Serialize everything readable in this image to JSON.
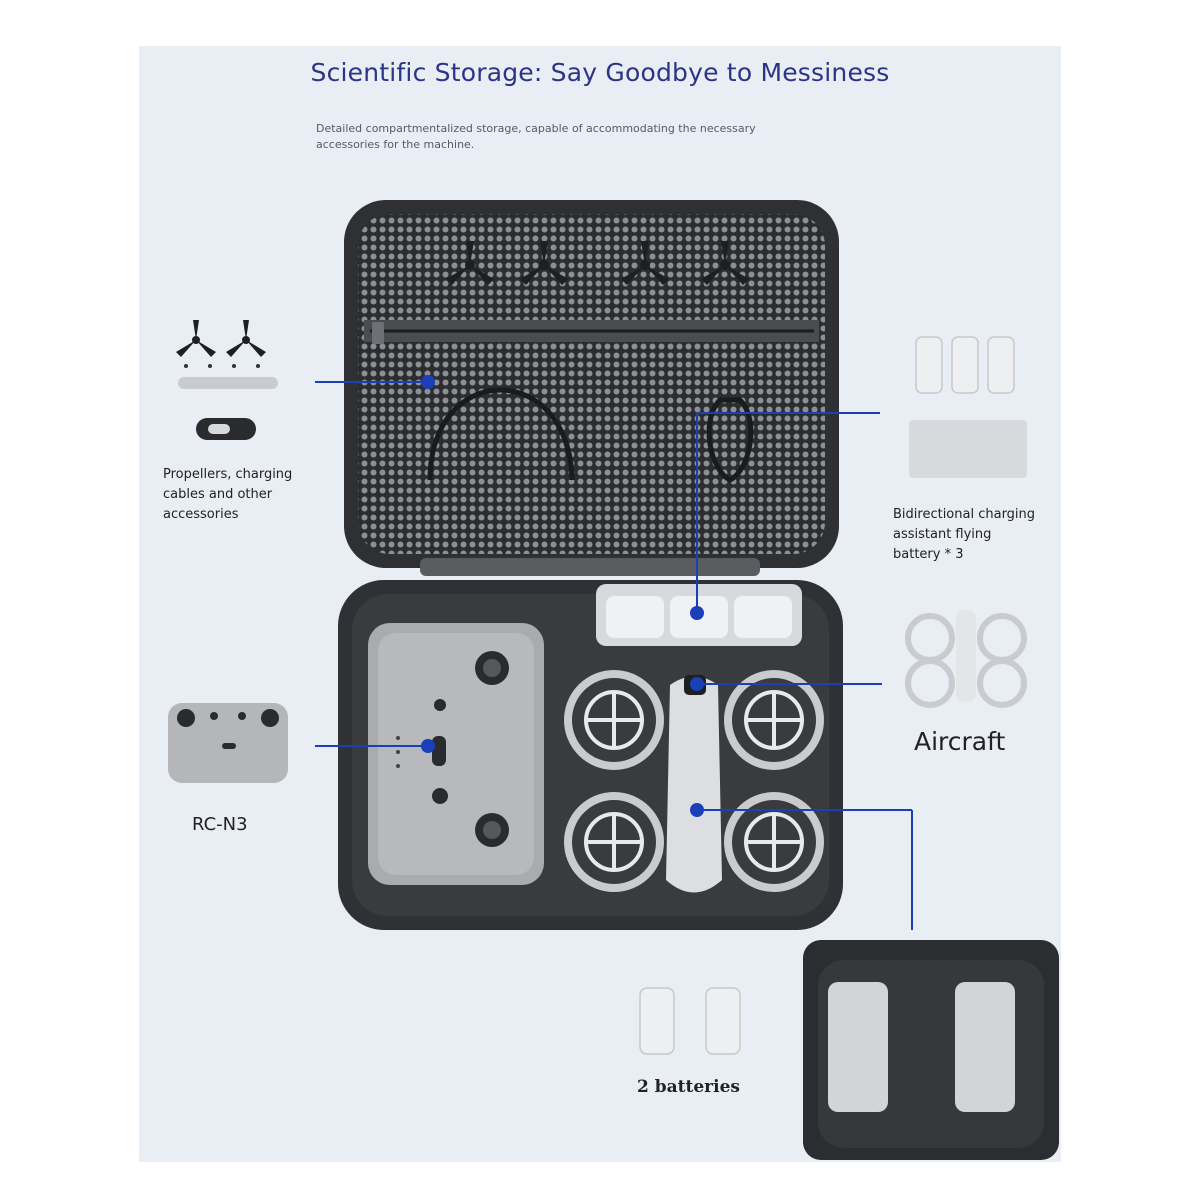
{
  "header": {
    "title": "Scientific Storage: Say Goodbye to Messiness",
    "subtitle": "Detailed compartmentalized storage, capable of accommodating the necessary accessories for the machine."
  },
  "labels": {
    "accessories": [
      "Propellers, charging",
      "cables and other",
      "accessories"
    ],
    "charging_hub": [
      "Bidirectional charging",
      "assistant flying",
      "battery * 3"
    ],
    "aircraft": "Aircraft",
    "controller": "RC-N3",
    "batteries": "2 batteries"
  },
  "colors": {
    "background": "#e9edf4",
    "title": "#2a3586",
    "callout": "#1a3fb8",
    "case": "#3a3c40"
  }
}
